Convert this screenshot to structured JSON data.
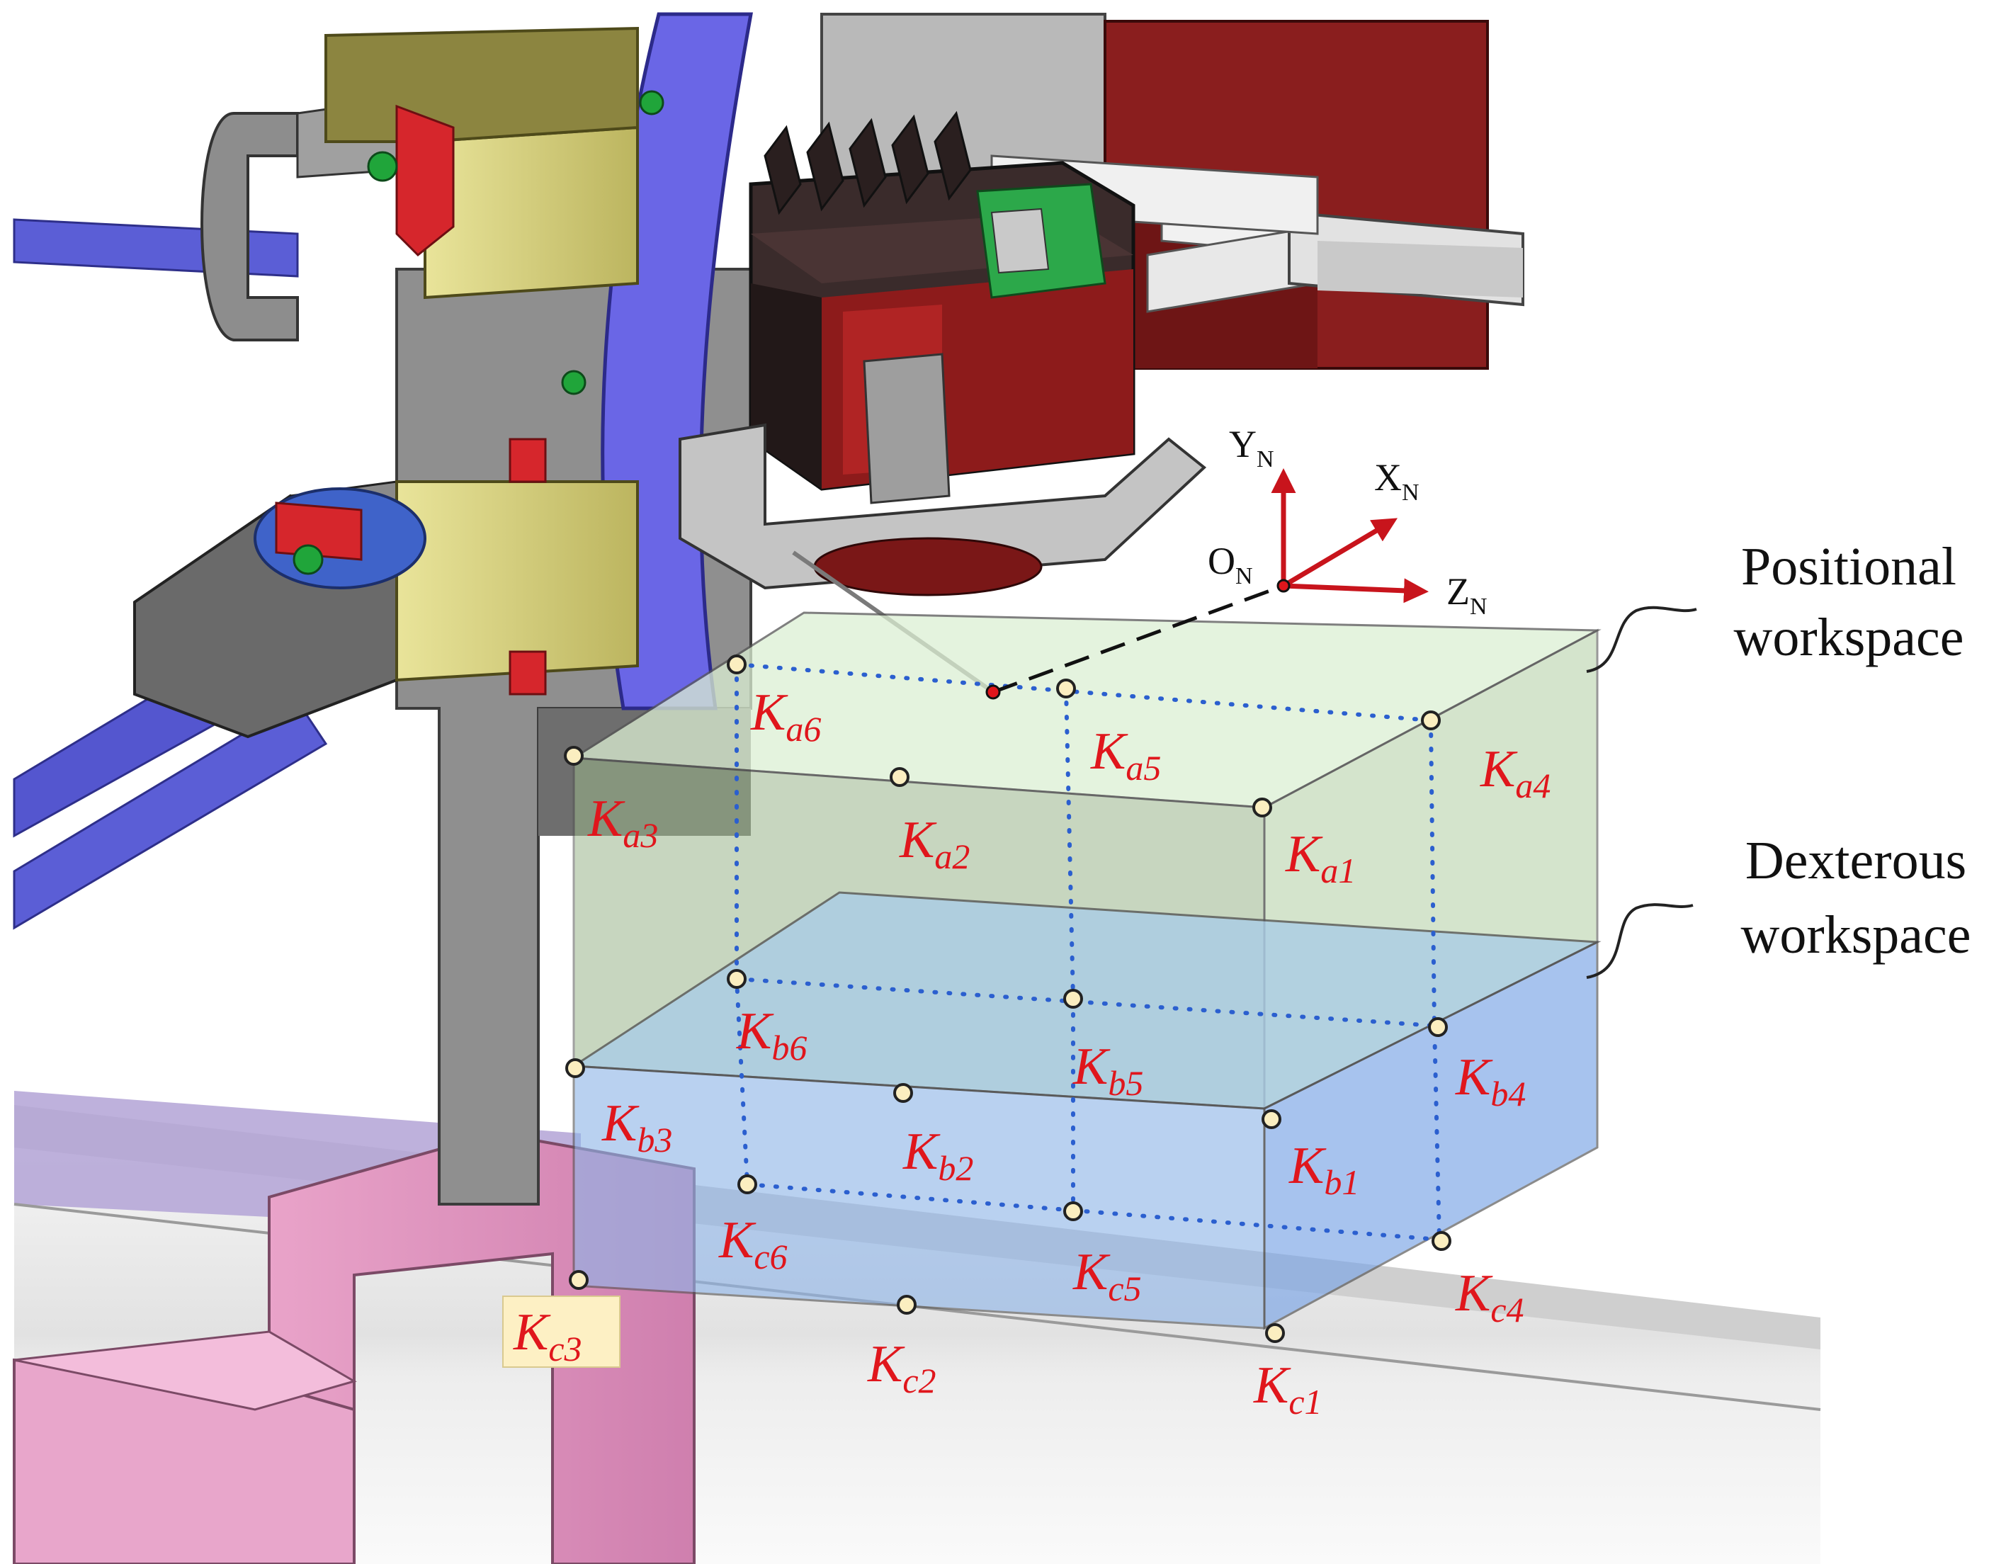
{
  "figure": {
    "description_type": "CAD rendering of a robotic end-effector above a pipe with workspace boxes"
  },
  "coordinate_frame": {
    "origin": {
      "main": "O",
      "sub": "N"
    },
    "axes": [
      {
        "main": "Y",
        "sub": "N"
      },
      {
        "main": "X",
        "sub": "N"
      },
      {
        "main": "Z",
        "sub": "N"
      }
    ],
    "axis_color": "#c8141c"
  },
  "workspaces": {
    "positional": {
      "line1": "Positional",
      "line2": "workspace",
      "color": "#c9dfbe"
    },
    "dexterous": {
      "line1": "Dexterous",
      "line2": "workspace",
      "color": "#8fb6e8"
    }
  },
  "keypoints": [
    {
      "main": "K",
      "sub": "a1"
    },
    {
      "main": "K",
      "sub": "a2"
    },
    {
      "main": "K",
      "sub": "a3"
    },
    {
      "main": "K",
      "sub": "a4"
    },
    {
      "main": "K",
      "sub": "a5"
    },
    {
      "main": "K",
      "sub": "a6"
    },
    {
      "main": "K",
      "sub": "b1"
    },
    {
      "main": "K",
      "sub": "b2"
    },
    {
      "main": "K",
      "sub": "b3"
    },
    {
      "main": "K",
      "sub": "b4"
    },
    {
      "main": "K",
      "sub": "b5"
    },
    {
      "main": "K",
      "sub": "b6"
    },
    {
      "main": "K",
      "sub": "c1"
    },
    {
      "main": "K",
      "sub": "c2"
    },
    {
      "main": "K",
      "sub": "c3"
    },
    {
      "main": "K",
      "sub": "c4"
    },
    {
      "main": "K",
      "sub": "c5"
    },
    {
      "main": "K",
      "sub": "c6"
    }
  ],
  "colors": {
    "label_red": "#e0161c",
    "point_fill": "#fbeec0",
    "grid_dots": "#2b5fcf",
    "highlight_box": "#fdf0c4"
  },
  "icons": [
    "robot-gripper-assembly",
    "pipe-structure",
    "pink-support-bracket"
  ]
}
